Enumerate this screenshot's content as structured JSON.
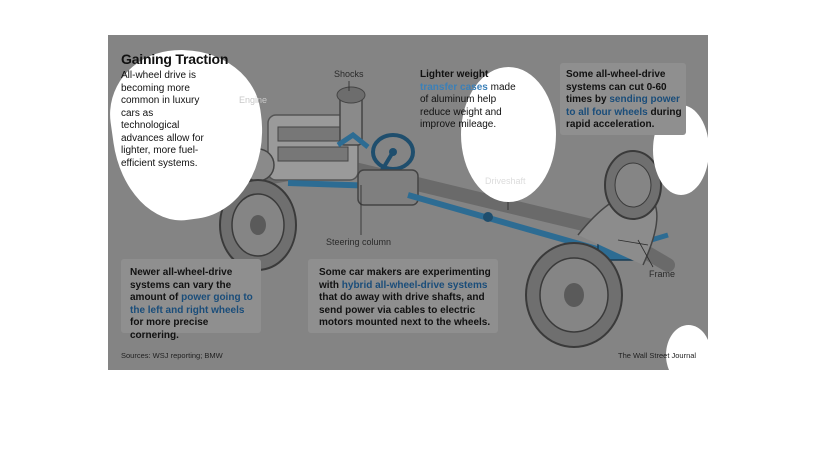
{
  "title": "Gaining Traction",
  "intro": "All-wheel drive is becoming more common in luxury cars as technological advances allow for lighter, more fuel-efficient systems.",
  "labels": {
    "shocks": "Shocks",
    "engine": "Engine",
    "driveshaft": "Driveshaft",
    "steering_column": "Steering column",
    "frame": "Frame"
  },
  "callout_transfer": {
    "pre": "Lighter weight",
    "highlight": "transfer cases",
    "post": "made of aluminum help reduce weight and improve mileage."
  },
  "callout_power": {
    "pre": "Some all-wheel-drive systems can cut 0-60 times by",
    "highlight": "sending power to all four wheels",
    "post": "during rapid acceleration."
  },
  "callout_left_right": {
    "pre": "Newer all-wheel-drive systems can vary the amount of",
    "highlight": "power going to the left and right wheels",
    "post": "for more precise cornering."
  },
  "callout_hybrid": {
    "pre": "Some car makers are experimenting with",
    "highlight": "hybrid all-wheel-drive systems",
    "post": "that do away with drive shafts, and send power via cables to electric motors mounted next to the wheels."
  },
  "sources": "Sources: WSJ reporting; BMW",
  "credit": "The Wall Street Journal",
  "colors": {
    "panel": "#848484",
    "highlight": "#1a4d7a",
    "drivetrain": "#2d6c93"
  }
}
